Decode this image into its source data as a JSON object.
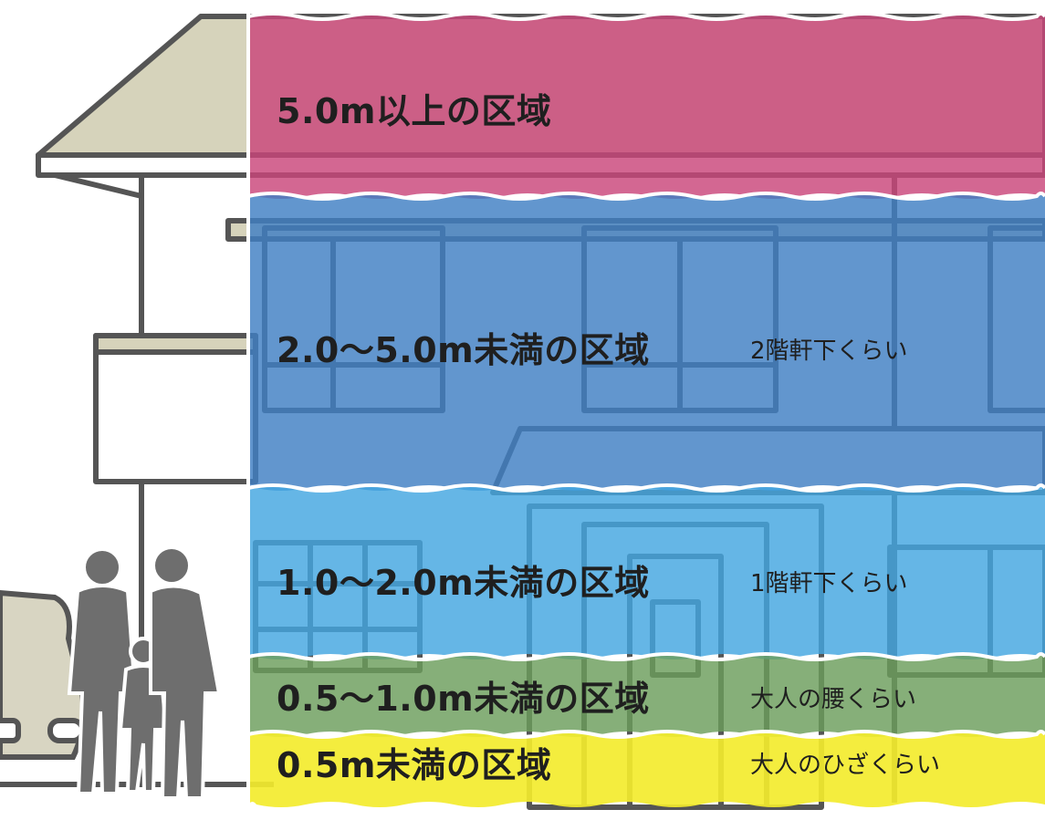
{
  "zones": [
    {
      "label": "5.0m以上の区域",
      "note": "",
      "color": "#c9457a"
    },
    {
      "label": "2.0〜5.0m未満の区域",
      "note": "2階軒下くらい",
      "color": "#3f7fc3"
    },
    {
      "label": "1.0〜2.0m未満の区域",
      "note": "1階軒下くらい",
      "color": "#43a6e0"
    },
    {
      "label": "0.5〜1.0m未満の区域",
      "note": "大人の腰くらい",
      "color": "#6b9e5b"
    },
    {
      "label": "0.5m未満の区域",
      "note": "大人のひざくらい",
      "color": "#f3ec2e"
    }
  ],
  "colors": {
    "house_outline": "#555555",
    "roof_fill": "#d6d3bb",
    "people": "#6e6e6e",
    "car_fill": "#d8d5c2"
  }
}
